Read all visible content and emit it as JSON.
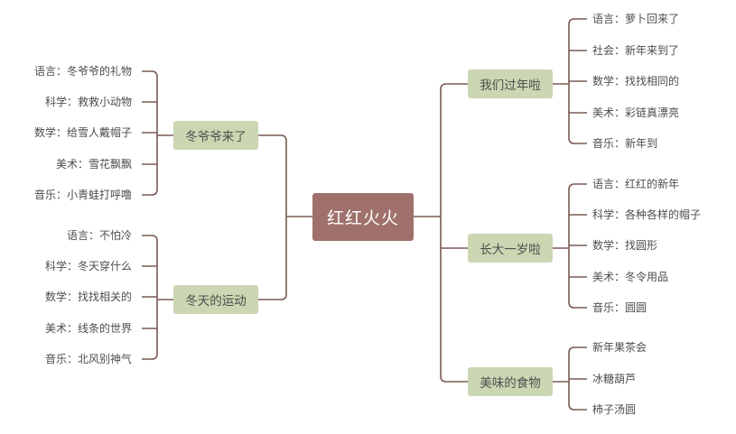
{
  "root": {
    "label": "红红火火"
  },
  "branches": [
    {
      "label": "冬爷爷来了",
      "items": [
        "语言：冬爷爷的礼物",
        "科学：救救小动物",
        "数学：给雪人戴帽子",
        "美术：雪花飘飘",
        "音乐：小青蛙打呼噜"
      ]
    },
    {
      "label": "冬天的运动",
      "items": [
        "语言：不怕冷",
        "科学：冬天穿什么",
        "数学：找找相关的",
        "美术：线条的世界",
        "音乐：北风别神气"
      ]
    },
    {
      "label": "我们过年啦",
      "items": [
        "语言：萝卜回来了",
        "社会：新年来到了",
        "数学：找找相同的",
        "美术：彩链真漂亮",
        "音乐：新年到"
      ]
    },
    {
      "label": "长大一岁啦",
      "items": [
        "语言：红红的新年",
        "科学：各种各样的帽子",
        "数学：找圆形",
        "美术：冬令用品",
        "音乐：圆圆"
      ]
    },
    {
      "label": "美味的食物",
      "items": [
        "新年果茶会",
        "冰糖葫芦",
        "柿子汤圆"
      ]
    }
  ],
  "colors": {
    "root": "#a0716c",
    "branch": "#cbd6b2",
    "line": "#7a5a55",
    "text": "#4d4d4d"
  }
}
